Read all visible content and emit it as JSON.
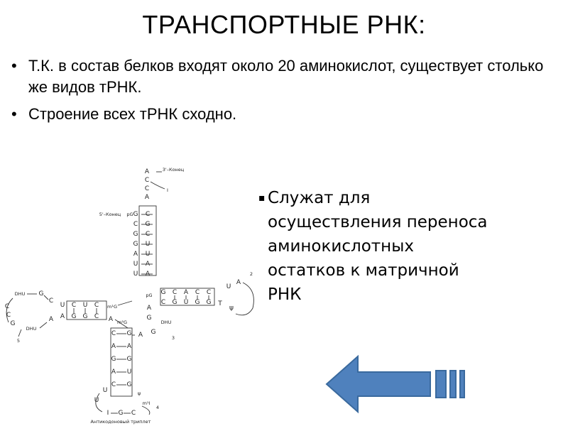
{
  "title": "ТРАНСПОРТНЫЕ РНК:",
  "bullets": [
    "Т.К. в состав белков входят около 20 аминокислот, существует столько же видов тРНК.",
    "Строение всех тРНК сходно."
  ],
  "side_text": "Служат для\nосуществления переноса\nаминокислотных\nостатков к матричной\nРНК",
  "diagram": {
    "label_3_end": "3'–Конец",
    "label_5_end": "5'–Конец",
    "label_anticodon": "Антикодоновый триплет",
    "acceptor_top": [
      "A",
      "C",
      "C",
      "A"
    ],
    "acceptor_left": [
      "G",
      "C",
      "G",
      "G",
      "A",
      "U",
      "U"
    ],
    "acceptor_right": [
      "C",
      "G",
      "C",
      "U",
      "U",
      "A",
      "A"
    ],
    "d_arm": [
      "U",
      "C",
      "U",
      "C"
    ],
    "t_arm": [
      "G",
      "C",
      "A",
      "C",
      "C"
    ],
    "anticodon_stem": [
      "C",
      "A",
      "G",
      "A",
      "C"
    ],
    "anticodon": [
      "I",
      "G",
      "C"
    ],
    "dhu": "DHU",
    "psi": "ψ",
    "t_label": "T",
    "pg": "pG",
    "m1g": "m¹G",
    "m2g": "m²G",
    "m1i": "m¹I",
    "numbers": [
      "1",
      "2",
      "3",
      "4",
      "5"
    ]
  },
  "arrow": {
    "color": "#4f81bd",
    "outline": "#3a6a9e",
    "direction": "left"
  }
}
